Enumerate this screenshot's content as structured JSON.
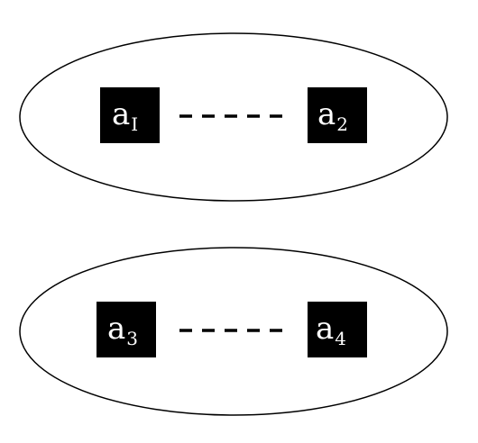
{
  "diagram": {
    "groups": [
      {
        "nodes": [
          {
            "base": "a",
            "sub": "I"
          },
          {
            "base": "a",
            "sub": "2"
          }
        ]
      },
      {
        "nodes": [
          {
            "base": "a",
            "sub": "3"
          },
          {
            "base": "a",
            "sub": "4"
          }
        ]
      }
    ]
  },
  "colors": {
    "node_fill": "#000000",
    "node_text": "#ffffff",
    "outline": "#000000",
    "background": "#ffffff"
  }
}
